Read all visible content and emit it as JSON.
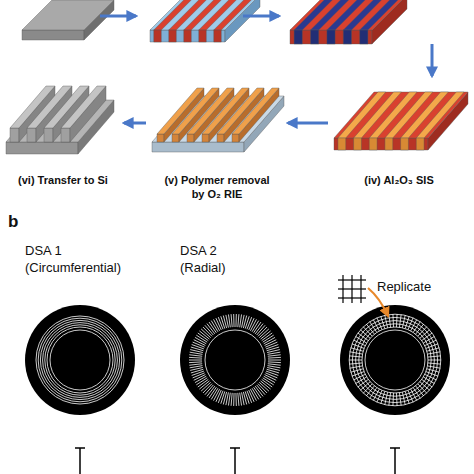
{
  "diagram": {
    "nodes": [
      {
        "text": [
          "(vi) Transfer to Si"
        ]
      },
      {
        "text": [
          "(v) Polymer removal by O₂ RIE"
        ]
      },
      {
        "text": [
          "(iv) Al₂O₃ SIS"
        ]
      },
      {
        "text": [
          "DSA 1 (Circumferential)"
        ]
      },
      {
        "text": [
          "DSA 2 (Radial)"
        ]
      },
      {
        "text": [
          "Replicate"
        ]
      }
    ],
    "edges": [
      {
        "from": 2,
        "to": 1,
        "arrow": "to"
      },
      {
        "from": 1,
        "to": 0,
        "arrow": "to"
      }
    ],
    "labels": [
      "b"
    ]
  }
}
